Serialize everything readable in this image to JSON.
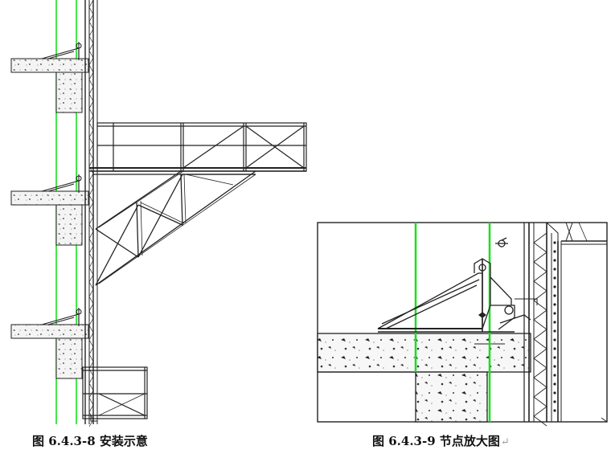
{
  "figures": [
    {
      "id": "fig-6.4.3-8",
      "caption": "图 6.4.3-8  安装示意"
    },
    {
      "id": "fig-6.4.3-9",
      "caption": "图 6.4.3-9   节点放大图",
      "trailing_mark": "↵"
    }
  ],
  "colors": {
    "line": "#222222",
    "guide": "#18e01f",
    "concrete_fill": "#f4f4f4",
    "background": "#ffffff"
  }
}
